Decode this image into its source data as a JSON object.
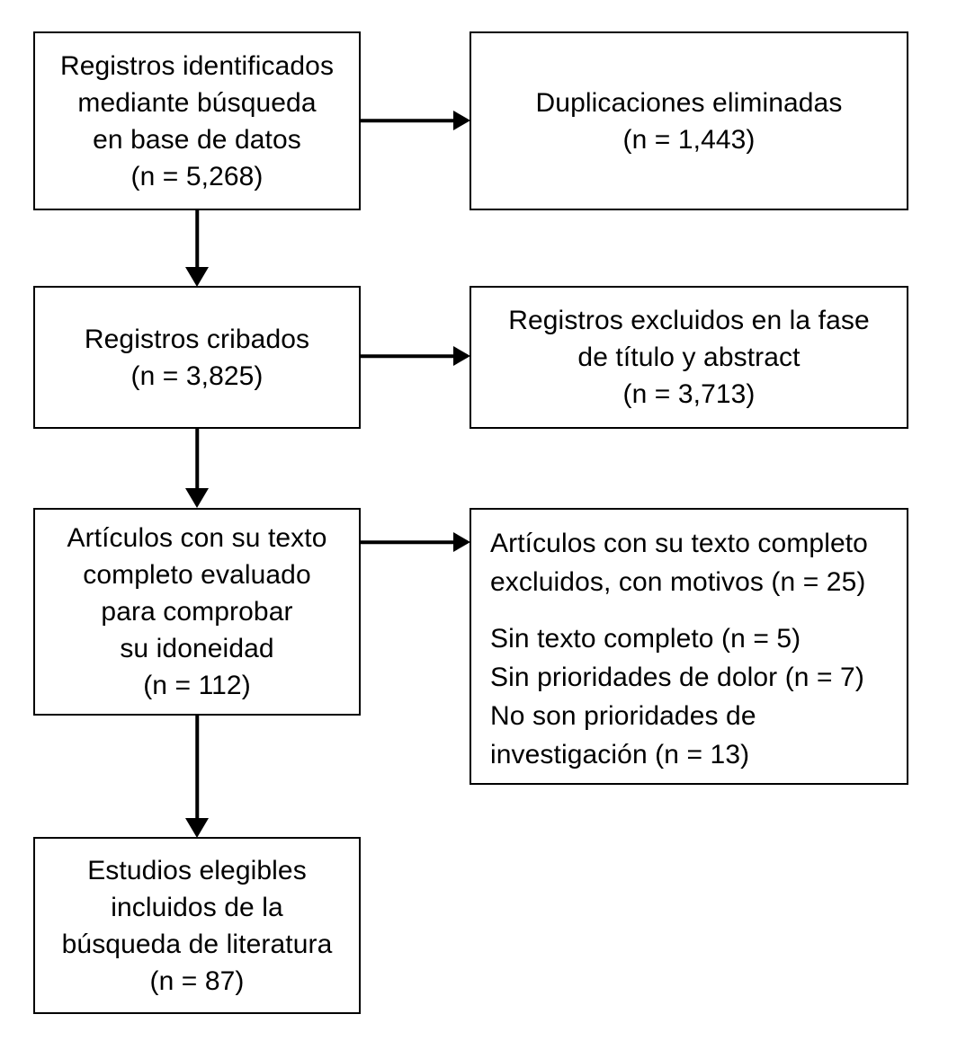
{
  "diagram": {
    "title": "PRISMA flow diagram",
    "type": "flowchart",
    "language": "es",
    "colors": {
      "background": "#ffffff",
      "border": "#000000",
      "text": "#000000",
      "arrow": "#000000"
    }
  },
  "boxes": {
    "identified": {
      "id": "records-identified",
      "text": "Registros identificados\nmediante búsqueda\nen base de datos\n(n = 5,268)",
      "count_label": "(n = 5,268)",
      "count": 5268,
      "align": "center"
    },
    "duplicates_removed": {
      "id": "duplicates-removed",
      "text": "Duplicaciones eliminadas\n(n = 1,443)",
      "count_label": "(n = 1,443)",
      "count": 1443,
      "align": "center"
    },
    "screened": {
      "id": "records-screened",
      "text": "Registros cribados\n(n = 3,825)",
      "count_label": "(n = 3,825)",
      "count": 3825,
      "align": "center"
    },
    "excluded_title_abstract": {
      "id": "records-excluded-title-abstract",
      "text": "Registros excluidos en la fase\nde título y abstract\n(n = 3,713)",
      "count_label": "(n = 3,713)",
      "count": 3713,
      "align": "center"
    },
    "fulltext_assessed": {
      "id": "fulltext-assessed",
      "text": "Artículos con su texto\ncompleto evaluado\npara comprobar\nsu idoneidad\n(n = 112)",
      "count_label": "(n = 112)",
      "count": 112,
      "align": "center"
    },
    "fulltext_excluded": {
      "id": "fulltext-excluded-reasons",
      "heading": "Artículos con su texto completo\nexcluidos, con motivos (n = 25)",
      "count": 25,
      "align": "left",
      "reasons": [
        {
          "label": "Sin texto completo (n = 5)",
          "count": 5
        },
        {
          "label": "Sin prioridades de dolor (n = 7)",
          "count": 7
        },
        {
          "label": "No son prioridades de\ninvestigación (n = 13)",
          "count": 13
        }
      ]
    },
    "included": {
      "id": "studies-included",
      "text": "Estudios elegibles\nincluidos de la\nbúsqueda de literatura\n(n = 87)",
      "count_label": "(n = 87)",
      "count": 87,
      "align": "center"
    }
  },
  "arrows": [
    {
      "name": "arrow-identified-to-duplicates",
      "direction": "right",
      "from": "identified",
      "to": "duplicates_removed"
    },
    {
      "name": "arrow-identified-to-screened",
      "direction": "down",
      "from": "identified",
      "to": "screened"
    },
    {
      "name": "arrow-screened-to-excluded",
      "direction": "right",
      "from": "screened",
      "to": "excluded_title_abstract"
    },
    {
      "name": "arrow-screened-to-fulltext",
      "direction": "down",
      "from": "screened",
      "to": "fulltext_assessed"
    },
    {
      "name": "arrow-fulltext-to-excluded",
      "direction": "right",
      "from": "fulltext_assessed",
      "to": "fulltext_excluded"
    },
    {
      "name": "arrow-fulltext-to-included",
      "direction": "down",
      "from": "fulltext_assessed",
      "to": "included"
    }
  ]
}
